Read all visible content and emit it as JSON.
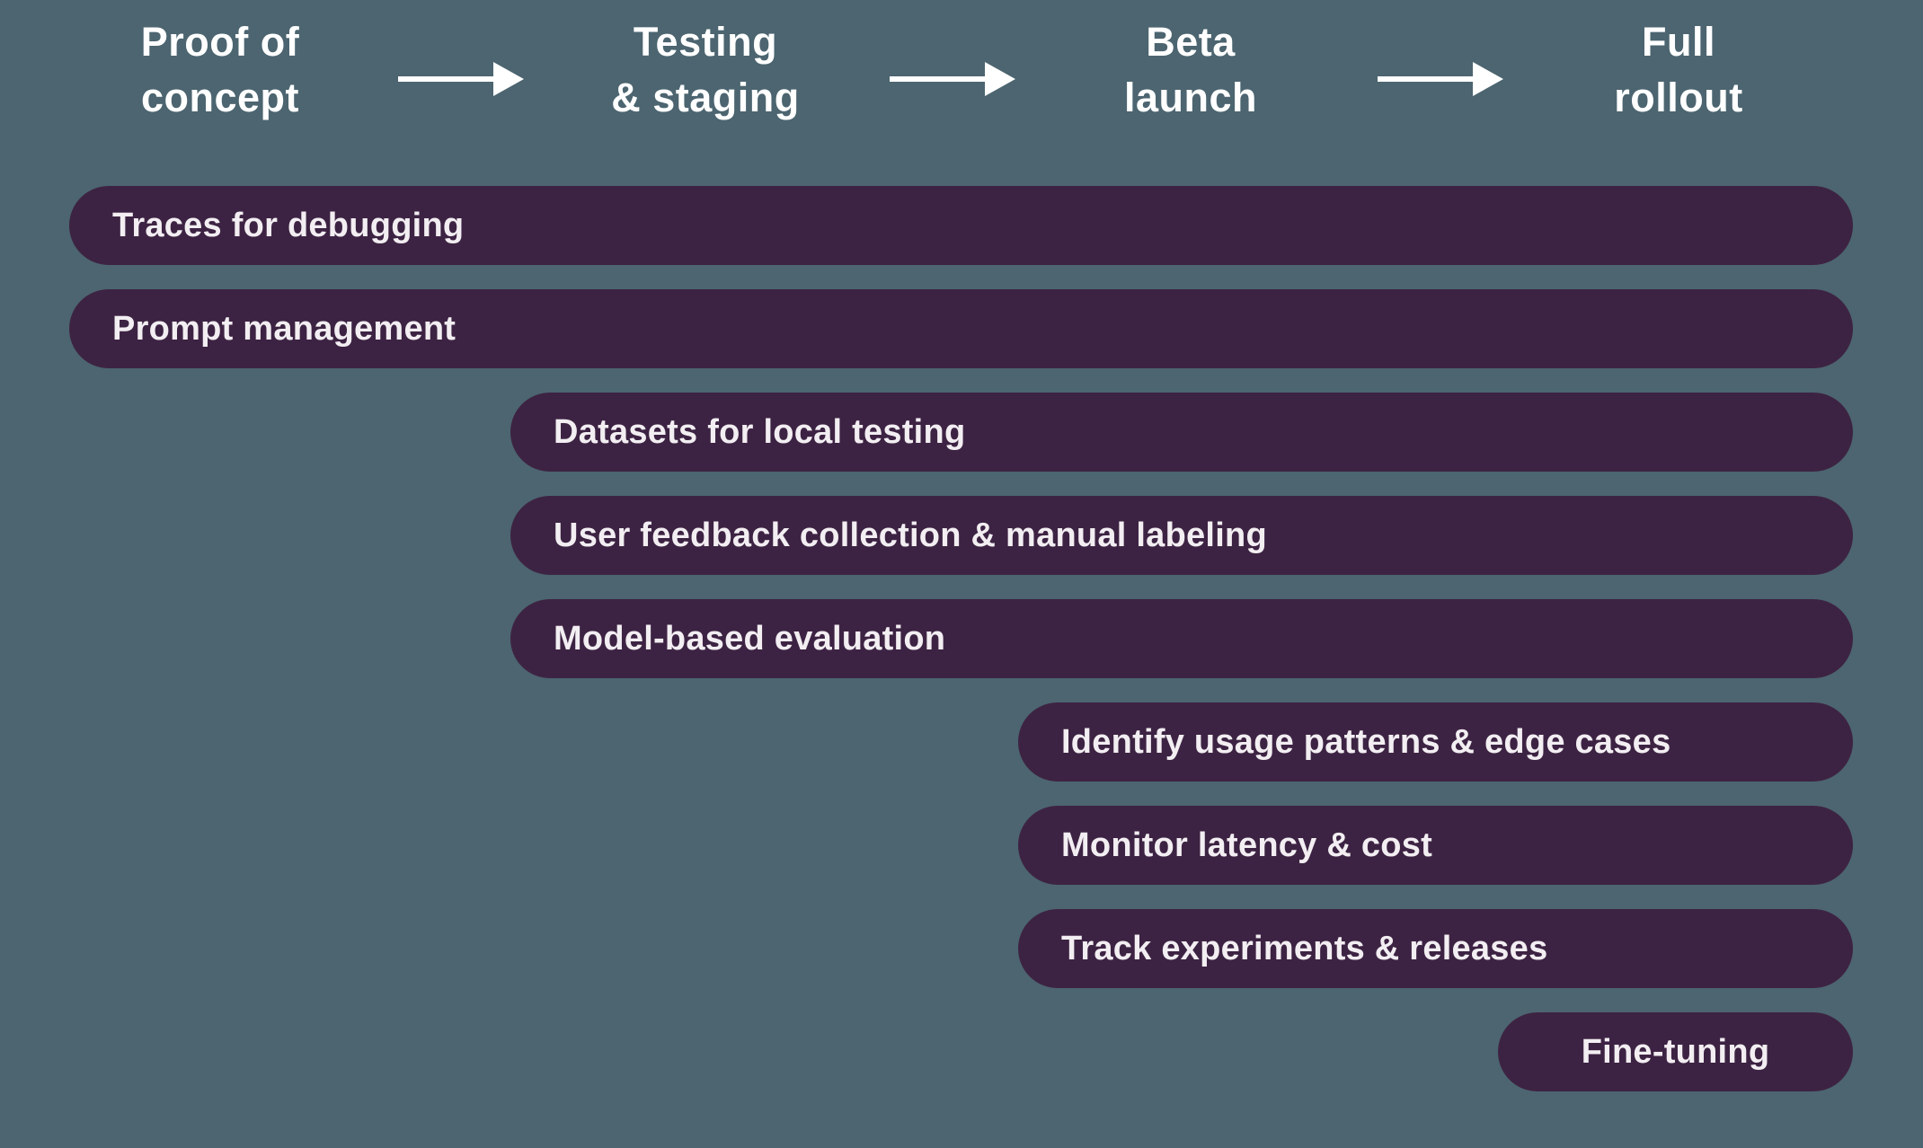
{
  "diagram": {
    "stages": [
      {
        "label": "Proof of\nconcept"
      },
      {
        "label": "Testing\n& staging"
      },
      {
        "label": "Beta\nlaunch"
      },
      {
        "label": "Full\nrollout"
      }
    ],
    "bars": [
      {
        "label": "Traces for debugging",
        "start_stage": "Proof of concept"
      },
      {
        "label": "Prompt management",
        "start_stage": "Proof of concept"
      },
      {
        "label": "Datasets for local testing",
        "start_stage": "Testing & staging"
      },
      {
        "label": "User feedback collection & manual labeling",
        "start_stage": "Testing & staging"
      },
      {
        "label": "Model-based evaluation",
        "start_stage": "Testing & staging"
      },
      {
        "label": "Identify usage patterns & edge cases",
        "start_stage": "Beta launch"
      },
      {
        "label": "Monitor latency & cost",
        "start_stage": "Beta launch"
      },
      {
        "label": "Track experiments & releases",
        "start_stage": "Beta launch"
      },
      {
        "label": "Fine-tuning",
        "start_stage": "Full rollout"
      }
    ],
    "colors": {
      "background": "#4C6570",
      "bar": "#3D2343",
      "bar_text": "#F2EEF2",
      "header_text": "#FFFFFF",
      "arrow": "#FFFFFF"
    }
  }
}
